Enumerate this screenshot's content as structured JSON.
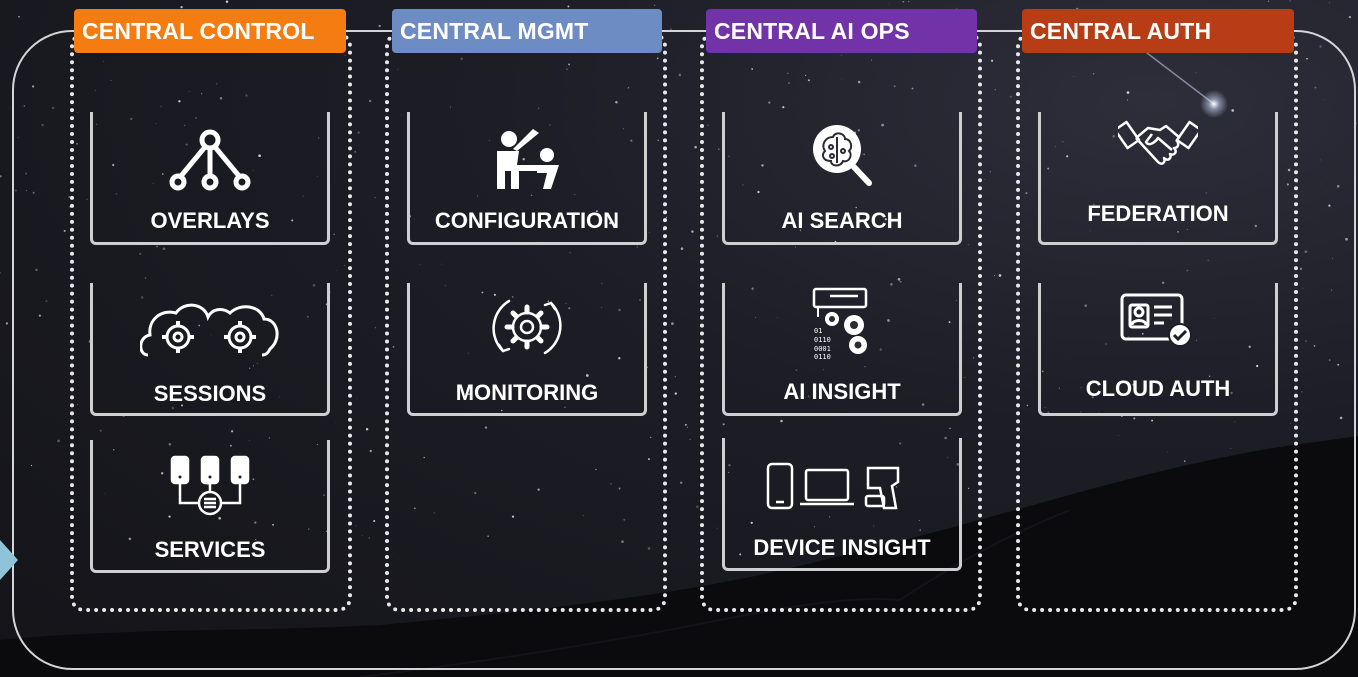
{
  "colors": {
    "central_control": "#f47c10",
    "central_mgmt": "#6e8cc4",
    "central_ai_ops": "#7232a8",
    "central_auth": "#b83d16"
  },
  "columns": [
    {
      "header": "CENTRAL CONTROL",
      "cards": [
        {
          "label": "OVERLAYS",
          "icon": "network-tree-icon"
        },
        {
          "label": "SESSIONS",
          "icon": "cloud-gears-icon"
        },
        {
          "label": "SERVICES",
          "icon": "services-flow-icon"
        }
      ]
    },
    {
      "header": "CENTRAL MGMT",
      "cards": [
        {
          "label": "CONFIGURATION",
          "icon": "configuration-person-icon"
        },
        {
          "label": "MONITORING",
          "icon": "gear-cycle-icon"
        }
      ]
    },
    {
      "header": "CENTRAL AI OPS",
      "cards": [
        {
          "label": "AI SEARCH",
          "icon": "brain-search-icon"
        },
        {
          "label": "AI INSIGHT",
          "icon": "binary-gears-icon"
        },
        {
          "label": "DEVICE INSIGHT",
          "icon": "devices-icon"
        }
      ]
    },
    {
      "header": "CENTRAL AUTH",
      "cards": [
        {
          "label": "FEDERATION",
          "icon": "handshake-icon"
        },
        {
          "label": "CLOUD AUTH",
          "icon": "id-card-check-icon"
        }
      ]
    }
  ]
}
